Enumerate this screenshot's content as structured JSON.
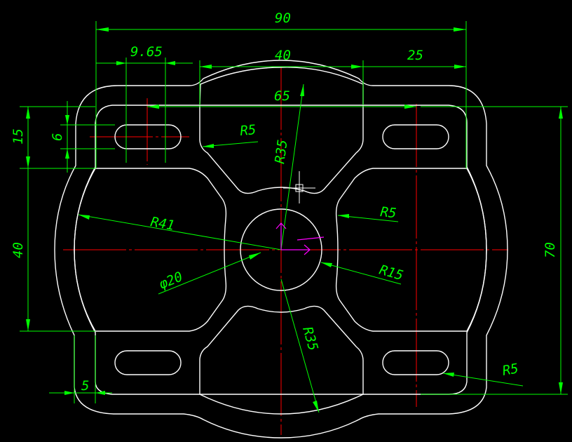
{
  "drawing": {
    "colors": {
      "background": "#000000",
      "geometry": "#ffffff",
      "dimension": "#00ff00",
      "centerline": "#ff0000",
      "ucs": "#ff00ff"
    },
    "dimensions": {
      "overall_width": "90",
      "slot_width": "9.65",
      "top_arc_span": "40",
      "right_offset": "25",
      "inner_width": "65",
      "top_band": "15",
      "slot_height": "6",
      "left_height": "40",
      "overall_height": "70",
      "bottom_offset": "5",
      "corner_radius_top": "R5",
      "top_arc_radius": "R35",
      "outer_radius": "R41",
      "hole_diameter": "φ20",
      "right_fillet": "R5",
      "boss_radius": "R15",
      "bottom_arc_radius": "R35",
      "corner_radius_bottom": "R5"
    }
  }
}
